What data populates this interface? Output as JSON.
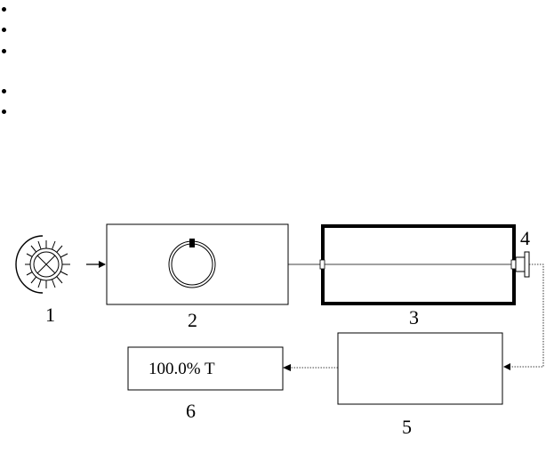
{
  "bullets": [
    "",
    "",
    "",
    "",
    ""
  ],
  "labels": {
    "source": "1",
    "monochromator": "2",
    "sample_cell": "3",
    "detector": "4",
    "processor": "5",
    "readout": "6"
  },
  "readout_display": {
    "value": "100.0% T"
  }
}
